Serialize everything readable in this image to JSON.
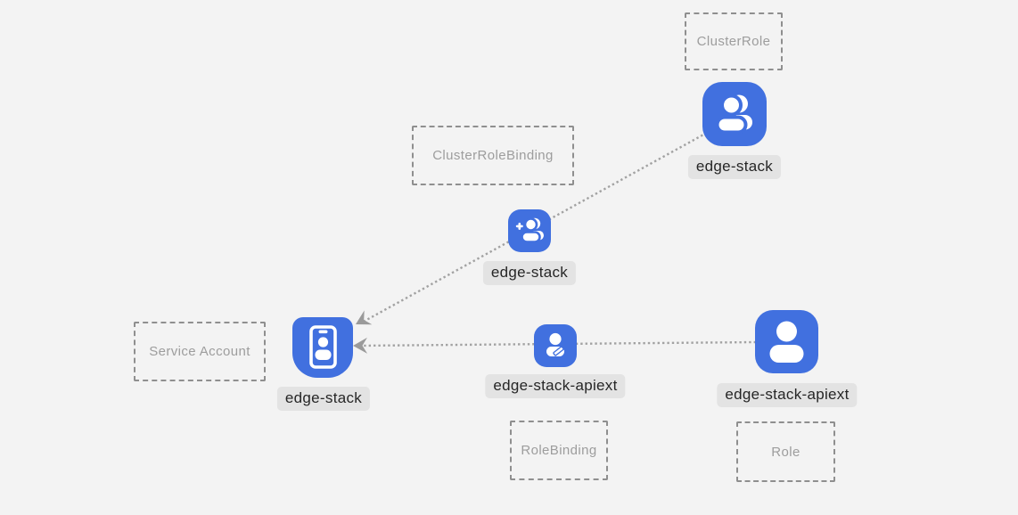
{
  "diagram": {
    "kind": "kubernetes-rbac-graph",
    "background": "#f3f3f3"
  },
  "colors": {
    "icon_blue": "#4170df",
    "icon_glyph": "#ffffff",
    "label_bg": "#e3e3e3",
    "label_text": "#262626",
    "type_box_border": "#8f8f8f",
    "type_box_text": "#9d9d9d",
    "edge_line": "#a2a2a2",
    "arrowhead": "#9a9a9a"
  },
  "boxes": {
    "clusterrole": {
      "label": "ClusterRole"
    },
    "clusterrolebinding": {
      "label": "ClusterRoleBinding"
    },
    "serviceaccount": {
      "label": "Service Account"
    },
    "rolebinding": {
      "label": "RoleBinding"
    },
    "role": {
      "label": "Role"
    }
  },
  "nodes": {
    "clusterrole": {
      "name": "edge-stack",
      "type": "ClusterRole",
      "icon": "users-icon"
    },
    "clusterrolebinding": {
      "name": "edge-stack",
      "type": "ClusterRoleBinding",
      "icon": "user-plus-icon"
    },
    "serviceaccount": {
      "name": "edge-stack",
      "type": "Service Account",
      "icon": "id-badge-icon"
    },
    "rolebinding": {
      "name": "edge-stack-apiext",
      "type": "RoleBinding",
      "icon": "user-edit-icon"
    },
    "role": {
      "name": "edge-stack-apiext",
      "type": "Role",
      "icon": "user-icon"
    }
  },
  "edges": [
    {
      "from": "edge-stack (ClusterRole)",
      "via": "edge-stack (ClusterRoleBinding)",
      "to": "edge-stack (Service Account)",
      "style": "dotted",
      "arrow_at": "service-account"
    },
    {
      "from": "edge-stack-apiext (Role)",
      "via": "edge-stack-apiext (RoleBinding)",
      "to": "edge-stack (Service Account)",
      "style": "dotted",
      "arrow_at": "service-account"
    }
  ]
}
